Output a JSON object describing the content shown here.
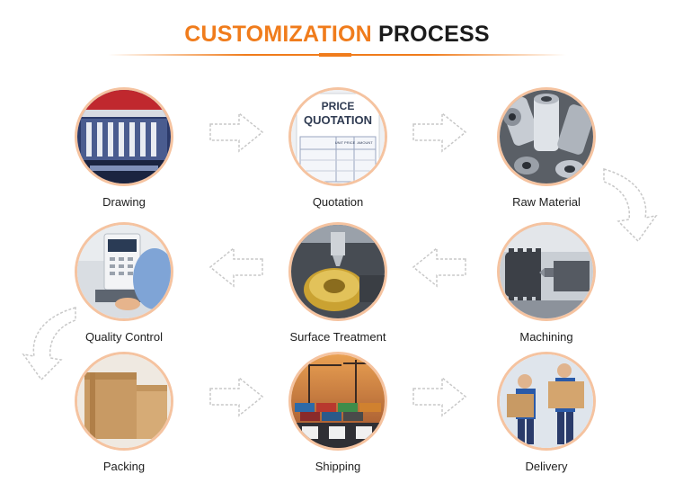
{
  "title": {
    "accent": "CUSTOMIZATION",
    "rest": "PROCESS"
  },
  "steps": [
    {
      "label": "Drawing"
    },
    {
      "label": "Quotation"
    },
    {
      "label": "Raw Material"
    },
    {
      "label": "Quality Control"
    },
    {
      "label": "Surface Treatment"
    },
    {
      "label": "Machining"
    },
    {
      "label": "Packing"
    },
    {
      "label": "Shipping"
    },
    {
      "label": "Delivery"
    }
  ],
  "quotation_image": {
    "line1": "PRICE",
    "line2": "QUOTATION",
    "col1": "UNIT PRICE",
    "col2": "AMOUNT"
  },
  "colors": {
    "accent": "#f07c1c",
    "circle_border": "#f5c3a0",
    "arrow_stroke": "#c8c8c8"
  }
}
